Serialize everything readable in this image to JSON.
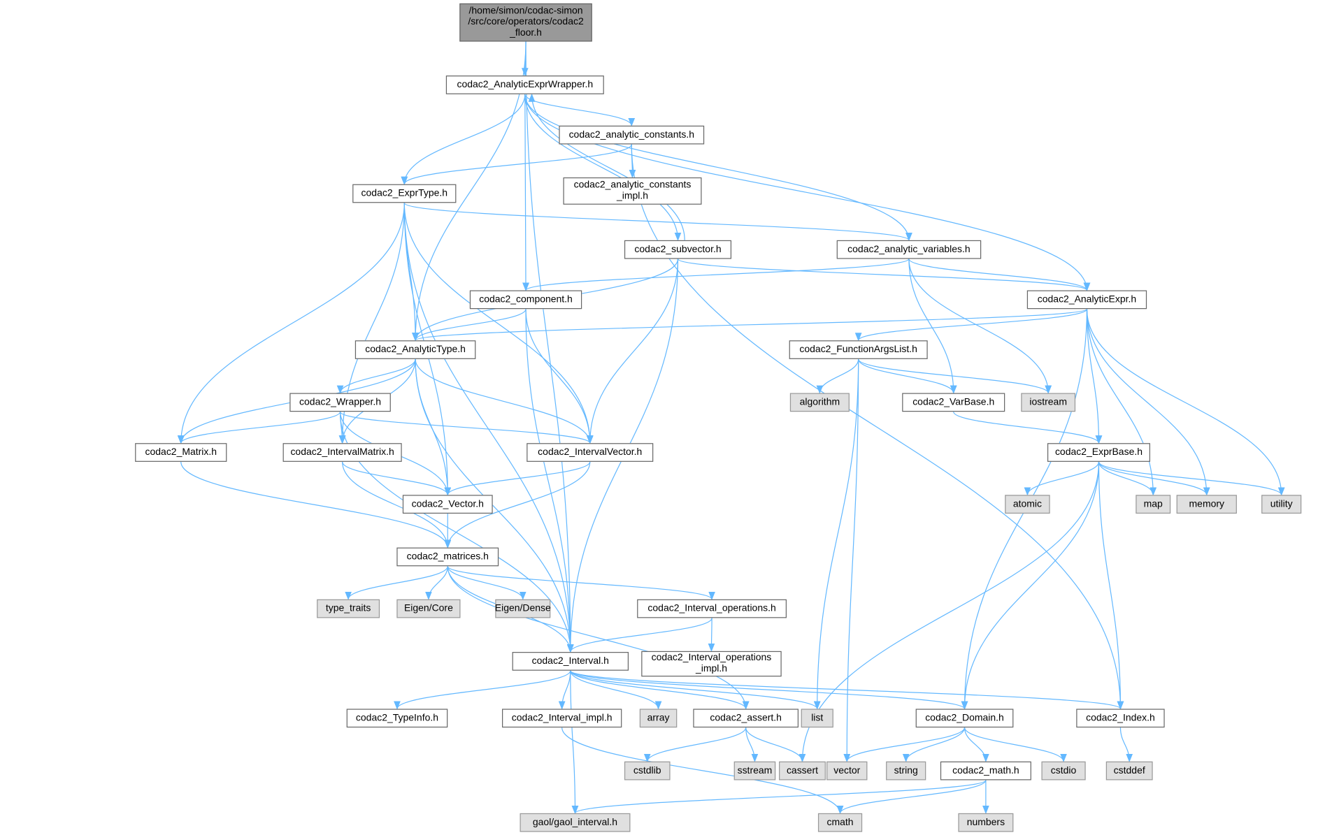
{
  "colors": {
    "edge": "#63b8ff",
    "root_fill": "#999999",
    "system_fill": "#e0e0e0",
    "node_fill": "#ffffff"
  },
  "nodes": {
    "floor": "/home/simon/codac-simon\n/src/core/operators/codac2\n_floor.h",
    "aew": "codac2_AnalyticExprWrapper.h",
    "aconst": "codac2_analytic_constants.h",
    "aconst_impl": "codac2_analytic_constants\n_impl.h",
    "exprtype": "codac2_ExprType.h",
    "subvector": "codac2_subvector.h",
    "avars": "codac2_analytic_variables.h",
    "component": "codac2_component.h",
    "aexpr": "codac2_AnalyticExpr.h",
    "atype": "codac2_AnalyticType.h",
    "fargs": "codac2_FunctionArgsList.h",
    "wrapper": "codac2_Wrapper.h",
    "algorithm": "algorithm",
    "varbase": "codac2_VarBase.h",
    "iostream": "iostream",
    "matrix": "codac2_Matrix.h",
    "imatrix": "codac2_IntervalMatrix.h",
    "ivector": "codac2_IntervalVector.h",
    "exprbase": "codac2_ExprBase.h",
    "atomic": "atomic",
    "map": "map",
    "memory": "memory",
    "utility": "utility",
    "vector_h": "codac2_Vector.h",
    "matrices": "codac2_matrices.h",
    "type_traits": "type_traits",
    "eigen_core": "Eigen/Core",
    "eigen_dense": "Eigen/Dense",
    "iops": "codac2_Interval_operations.h",
    "iops_impl": "codac2_Interval_operations\n_impl.h",
    "interval": "codac2_Interval.h",
    "typeinfo": "codac2_TypeInfo.h",
    "interval_impl": "codac2_Interval_impl.h",
    "array": "array",
    "assert": "codac2_assert.h",
    "list": "list",
    "domain": "codac2_Domain.h",
    "index": "codac2_Index.h",
    "cstdlib": "cstdlib",
    "sstream": "sstream",
    "cassert": "cassert",
    "vector": "vector",
    "string": "string",
    "math": "codac2_math.h",
    "cstdio": "cstdio",
    "cstddef": "cstddef",
    "gaol": "gaol/gaol_interval.h",
    "cmath": "cmath",
    "numbers": "numbers"
  },
  "edges": [
    [
      "floor",
      "aew"
    ],
    [
      "floor",
      "atype"
    ],
    [
      "floor",
      "interval"
    ],
    [
      "aew",
      "aconst"
    ],
    [
      "aew",
      "exprtype"
    ],
    [
      "aew",
      "component"
    ],
    [
      "aew",
      "subvector"
    ],
    [
      "aew",
      "avars"
    ],
    [
      "aew",
      "aexpr"
    ],
    [
      "subvector",
      "aew"
    ],
    [
      "subvector",
      "atype"
    ],
    [
      "subvector",
      "ivector"
    ],
    [
      "subvector",
      "interval"
    ],
    [
      "subvector",
      "aexpr"
    ],
    [
      "aconst",
      "exprtype"
    ],
    [
      "aconst",
      "aconst_impl"
    ],
    [
      "aconst",
      "index"
    ],
    [
      "exprtype",
      "atype"
    ],
    [
      "exprtype",
      "vector_h"
    ],
    [
      "exprtype",
      "ivector"
    ],
    [
      "exprtype",
      "avars"
    ],
    [
      "exprtype",
      "matrix"
    ],
    [
      "exprtype",
      "imatrix"
    ],
    [
      "exprtype",
      "interval"
    ],
    [
      "avars",
      "component"
    ],
    [
      "avars",
      "aexpr"
    ],
    [
      "avars",
      "varbase"
    ],
    [
      "avars",
      "iostream"
    ],
    [
      "component",
      "atype"
    ],
    [
      "component",
      "ivector"
    ],
    [
      "component",
      "interval"
    ],
    [
      "aexpr",
      "atype"
    ],
    [
      "aexpr",
      "fargs"
    ],
    [
      "aexpr",
      "exprbase"
    ],
    [
      "aexpr",
      "domain"
    ],
    [
      "aexpr",
      "map"
    ],
    [
      "aexpr",
      "memory"
    ],
    [
      "aexpr",
      "utility"
    ],
    [
      "atype",
      "wrapper"
    ],
    [
      "atype",
      "matrix"
    ],
    [
      "atype",
      "imatrix"
    ],
    [
      "atype",
      "vector_h"
    ],
    [
      "atype",
      "ivector"
    ],
    [
      "atype",
      "interval"
    ],
    [
      "fargs",
      "algorithm"
    ],
    [
      "fargs",
      "varbase"
    ],
    [
      "fargs",
      "iostream"
    ],
    [
      "fargs",
      "list"
    ],
    [
      "fargs",
      "vector"
    ],
    [
      "wrapper",
      "matrix"
    ],
    [
      "wrapper",
      "imatrix"
    ],
    [
      "wrapper",
      "vector_h"
    ],
    [
      "wrapper",
      "ivector"
    ],
    [
      "wrapper",
      "interval"
    ],
    [
      "varbase",
      "exprbase"
    ],
    [
      "matrix",
      "matrices"
    ],
    [
      "imatrix",
      "vector_h"
    ],
    [
      "imatrix",
      "matrices"
    ],
    [
      "ivector",
      "vector_h"
    ],
    [
      "ivector",
      "matrices"
    ],
    [
      "vector_h",
      "matrices"
    ],
    [
      "exprbase",
      "atomic"
    ],
    [
      "exprbase",
      "map"
    ],
    [
      "exprbase",
      "memory"
    ],
    [
      "exprbase",
      "utility"
    ],
    [
      "exprbase",
      "domain"
    ],
    [
      "exprbase",
      "index"
    ],
    [
      "exprbase",
      "cassert"
    ],
    [
      "matrices",
      "type_traits"
    ],
    [
      "matrices",
      "eigen_core"
    ],
    [
      "matrices",
      "eigen_dense"
    ],
    [
      "matrices",
      "iops"
    ],
    [
      "matrices",
      "interval"
    ],
    [
      "matrices",
      "assert"
    ],
    [
      "iops",
      "interval"
    ],
    [
      "iops",
      "iops_impl"
    ],
    [
      "interval",
      "typeinfo"
    ],
    [
      "interval",
      "interval_impl"
    ],
    [
      "interval",
      "array"
    ],
    [
      "interval",
      "assert"
    ],
    [
      "interval",
      "list"
    ],
    [
      "interval",
      "domain"
    ],
    [
      "interval",
      "index"
    ],
    [
      "interval",
      "gaol"
    ],
    [
      "interval_impl",
      "cmath"
    ],
    [
      "assert",
      "cstdlib"
    ],
    [
      "assert",
      "sstream"
    ],
    [
      "assert",
      "cassert"
    ],
    [
      "domain",
      "vector"
    ],
    [
      "domain",
      "string"
    ],
    [
      "domain",
      "math"
    ],
    [
      "domain",
      "cstdio"
    ],
    [
      "index",
      "cstddef"
    ],
    [
      "math",
      "gaol"
    ],
    [
      "math",
      "cmath"
    ],
    [
      "math",
      "numbers"
    ]
  ]
}
